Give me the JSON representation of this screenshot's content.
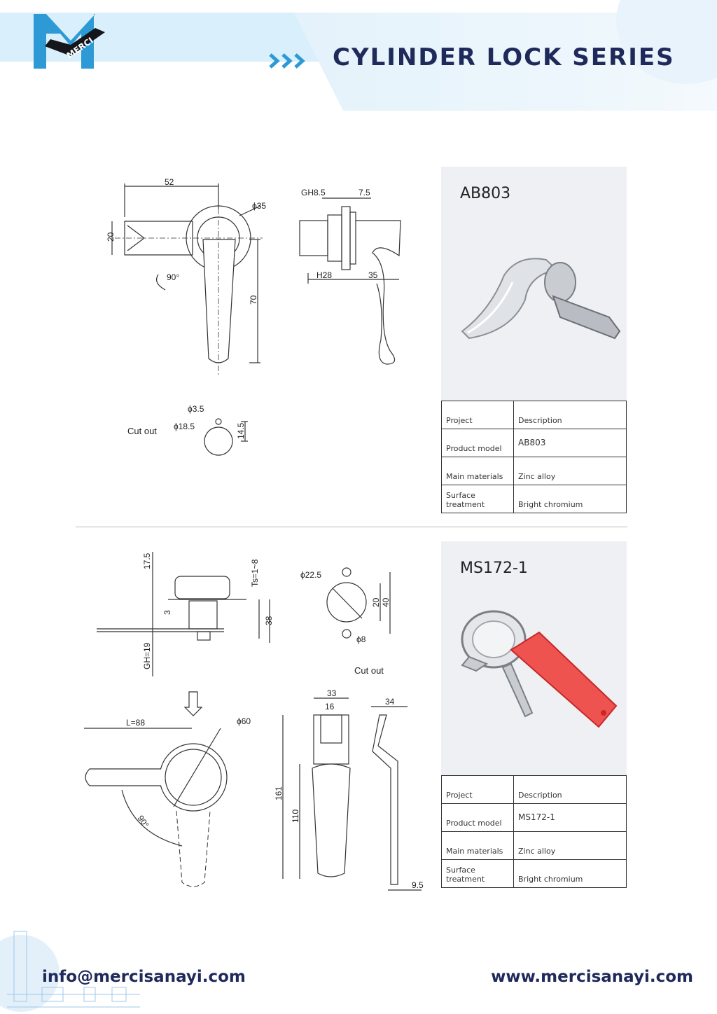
{
  "header": {
    "logo_text": "MERCI",
    "title": "CYLINDER LOCK SERIES"
  },
  "products": [
    {
      "model_title": "AB803",
      "cutout_label": "Cut out",
      "dims": {
        "width": "52",
        "dia": "ϕ35",
        "height": "20",
        "rotation": "90°",
        "length": "70",
        "gh": "GH8.5",
        "side": "7.5",
        "h": "H28",
        "depth": "35",
        "cut_small": "ϕ3.5",
        "cut_dia": "ϕ18.5",
        "cut_h": "14.5"
      },
      "spec": {
        "header_key": "Project",
        "header_val": "Description",
        "rows": [
          {
            "key": "Product model",
            "val": "AB803"
          },
          {
            "key": "Main materials",
            "val": "Zinc alloy"
          },
          {
            "key": "Surface treatment",
            "val": "Bright chromium"
          }
        ]
      }
    },
    {
      "model_title": "MS172-1",
      "cutout_label": "Cut out",
      "dims": {
        "top": "17.5",
        "ts": "Ts=1~8",
        "three": "3",
        "gh": "GH=19",
        "h38": "38",
        "d225": "ϕ22.5",
        "d8": "ϕ8",
        "v20": "20",
        "v40": "40",
        "l88": "L=88",
        "d60": "ϕ60",
        "ang": "90°",
        "w33": "33",
        "w16": "16",
        "h161": "161",
        "h110": "110",
        "w34": "34",
        "w95": "9.5"
      },
      "spec": {
        "header_key": "Project",
        "header_val": "Description",
        "rows": [
          {
            "key": "Product model",
            "val": "MS172-1"
          },
          {
            "key": "Main materials",
            "val": "Zinc alloy"
          },
          {
            "key": "Surface treatment",
            "val": "Bright chromium"
          }
        ]
      }
    }
  ],
  "footer": {
    "email": "info@mercisanayi.com",
    "website": "www.mercisanayi.com"
  },
  "colors": {
    "brand_navy": "#1f2a5a",
    "brand_blue": "#2d9ad6",
    "accent_red": "#ef5350"
  }
}
